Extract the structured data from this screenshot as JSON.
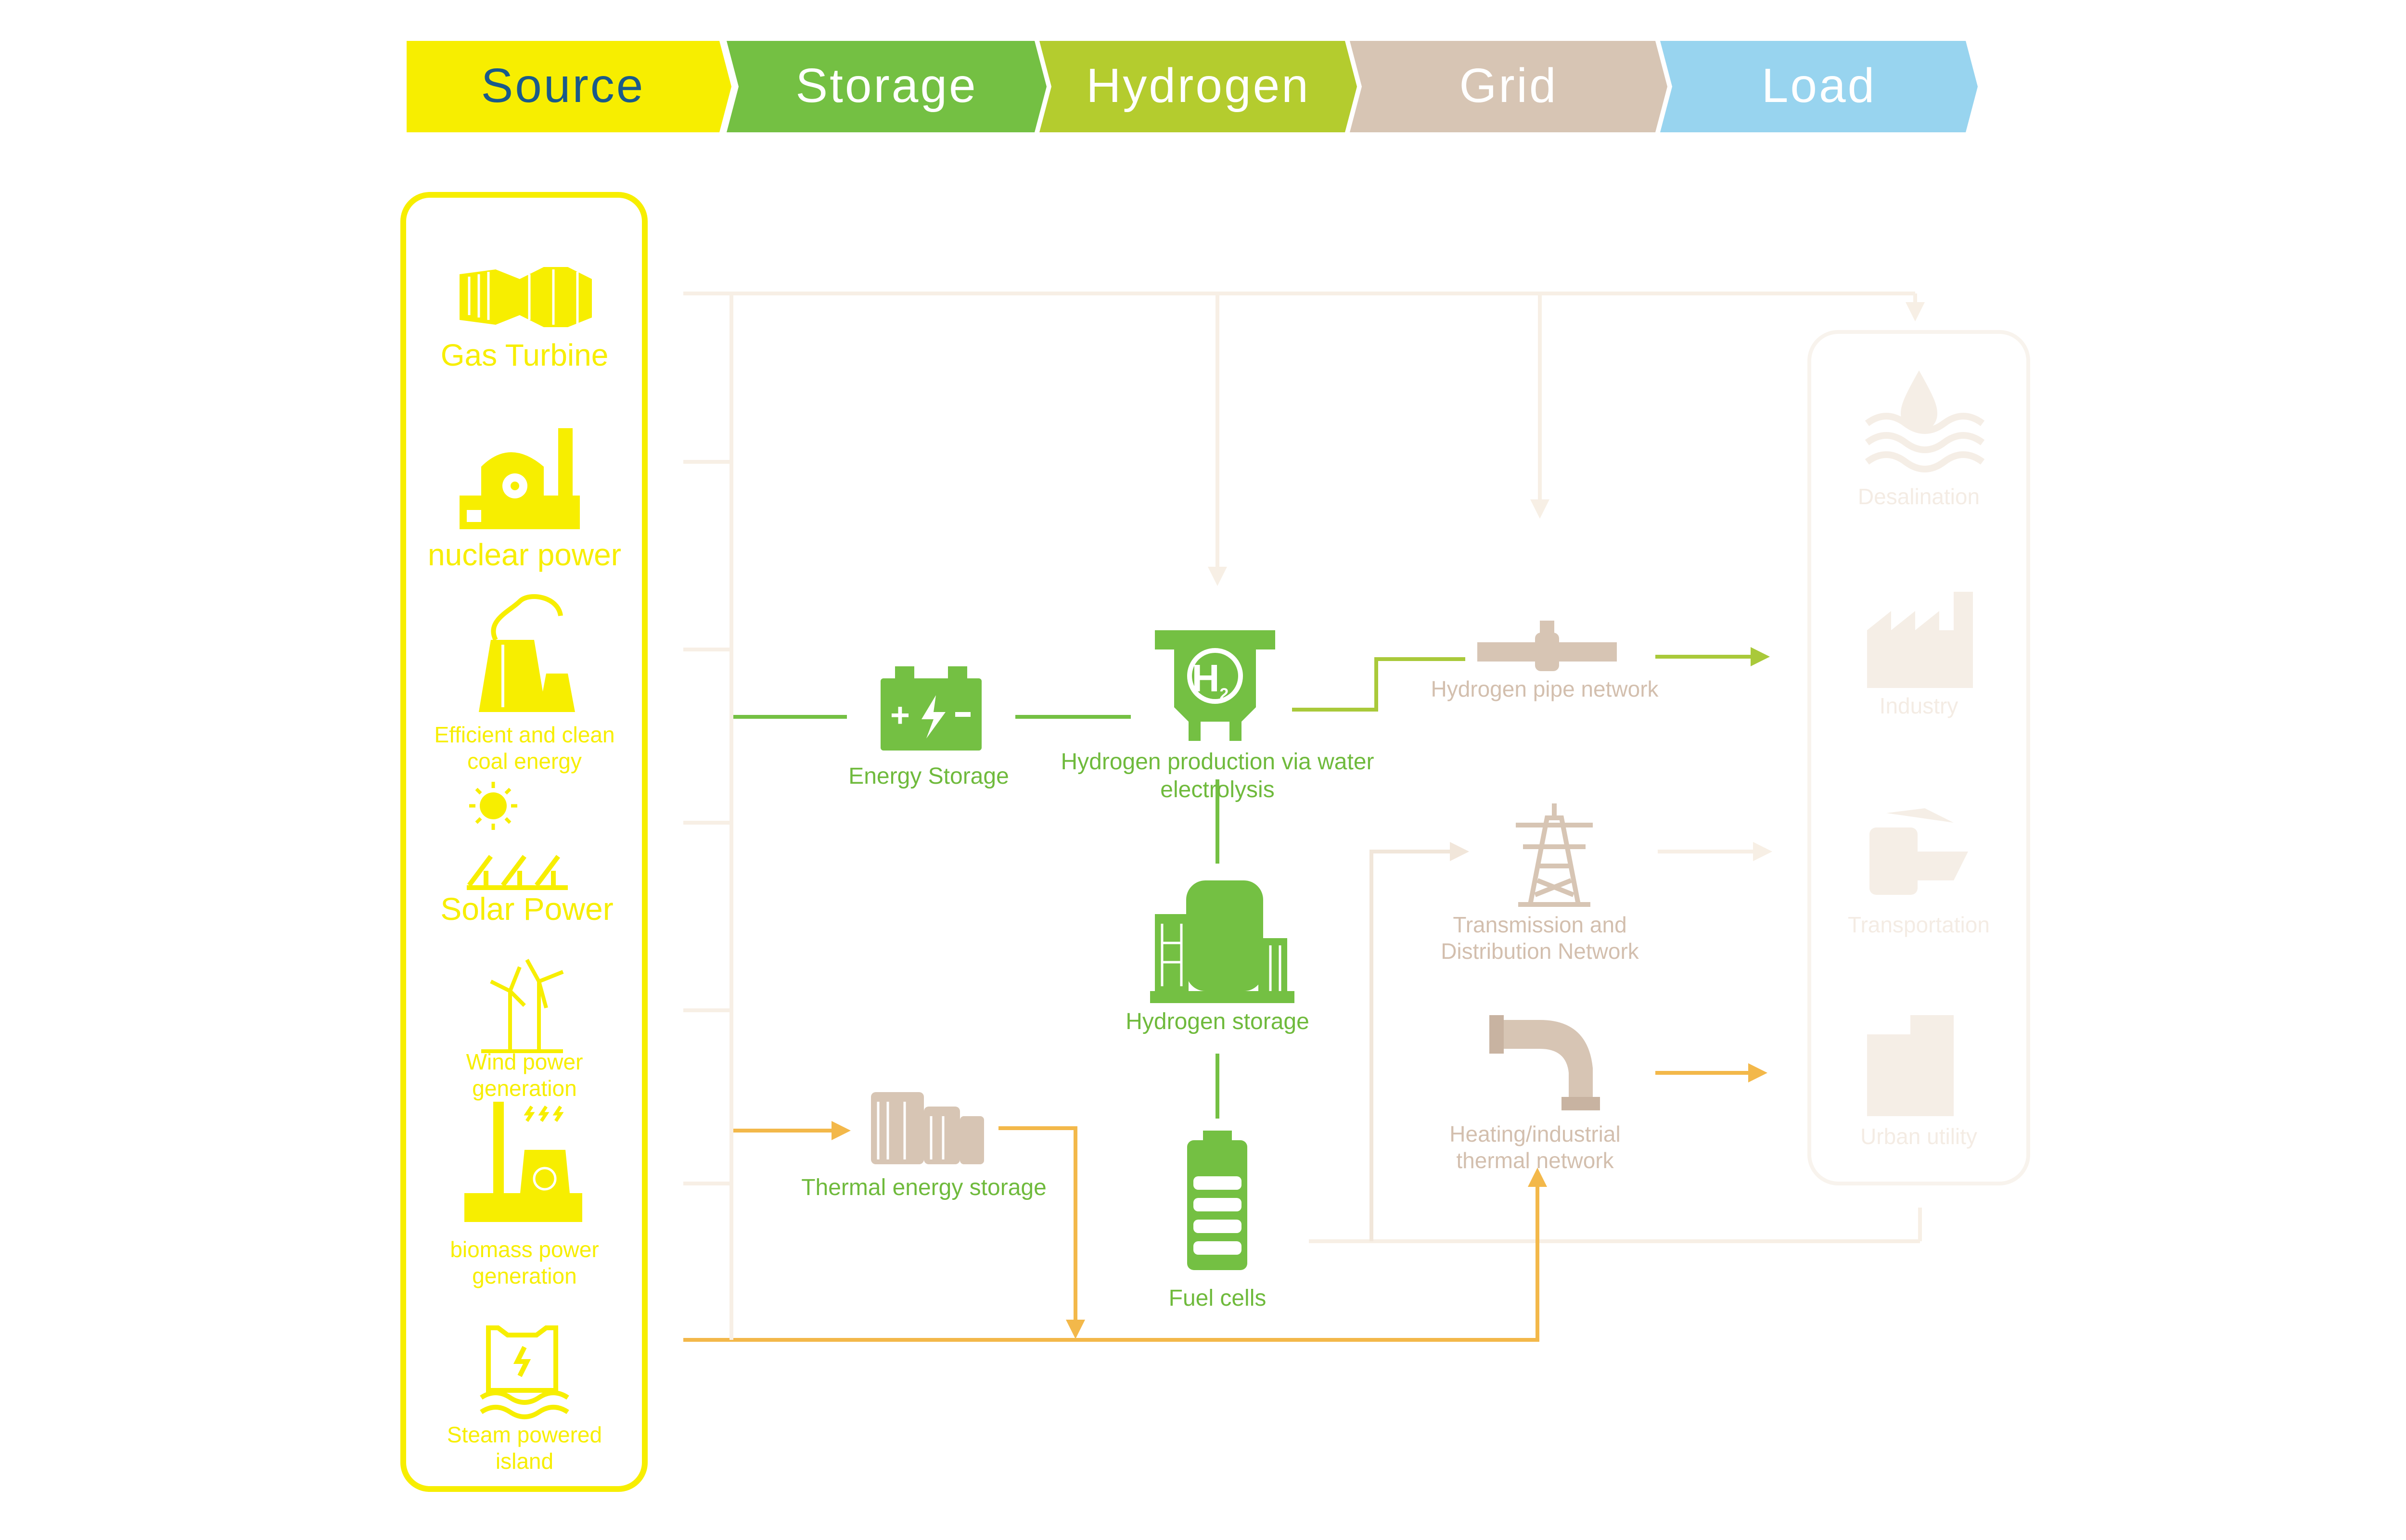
{
  "stages": [
    {
      "label": "Source"
    },
    {
      "label": "Storage"
    },
    {
      "label": "Hydrogen"
    },
    {
      "label": "Grid"
    },
    {
      "label": "Load"
    }
  ],
  "sources": {
    "gas_turbine": "Gas Turbine",
    "nuclear": "nuclear power",
    "coal": "Efficient and clean coal energy",
    "solar": "Solar Power",
    "wind": "Wind power generation",
    "biomass": "biomass power generation",
    "steam": "Steam powered island"
  },
  "storage": {
    "energy_storage": "Energy Storage",
    "thermal_storage": "Thermal energy storage"
  },
  "hydrogen": {
    "electrolysis": "Hydrogen production via water electrolysis",
    "h2_symbol": "H",
    "h2_subscript": "2",
    "hydrogen_storage": "Hydrogen storage",
    "fuel_cells": "Fuel cells"
  },
  "grid": {
    "pipe_network": "Hydrogen pipe network",
    "transmission": "Transmission and Distribution Network",
    "heating": "Heating/industrial thermal network"
  },
  "load": {
    "desalination": "Desalination",
    "industry": "Industry",
    "transportation": "Transportation",
    "urban_utility": "Urban utility"
  },
  "colors": {
    "source_yellow": "#f7ee00",
    "storage_green": "#74c043",
    "hydrogen_lime": "#b4cc2e",
    "grid_tan": "#d7c5b4",
    "load_blue": "#98d4ef",
    "source_text": "#1a5a8a",
    "line_orange": "#f3b84a",
    "line_lime": "#a9c93a",
    "line_faint": "#f7efe5"
  }
}
